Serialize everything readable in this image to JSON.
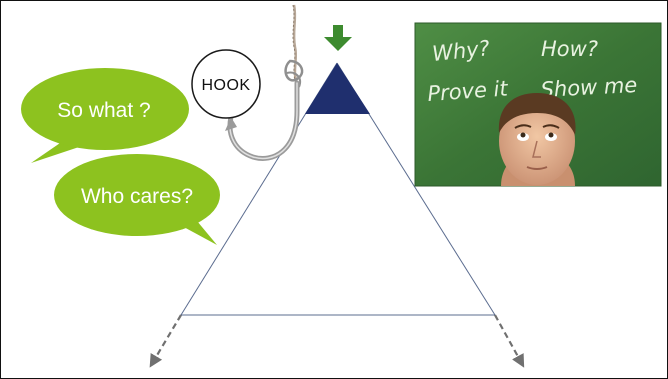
{
  "bubbles": {
    "so_what": "So what ?",
    "who_cares": "Who cares?"
  },
  "hook": {
    "label": "HOOK"
  },
  "photo": {
    "words": {
      "why": "Why?",
      "how": "How?",
      "prove": "Prove it",
      "show": "Show me"
    }
  },
  "colors": {
    "bubble_green": "#8dc21f",
    "triangle_tip": "#1f2f6e",
    "arrow_down": "#3d8b2f",
    "chalkboard": "#3f7a3a",
    "line": "#5b6c8f",
    "dashed_arrow": "#707070"
  },
  "icons": {
    "down_arrow": "down-arrow-icon",
    "hook": "fishing-hook-icon"
  }
}
